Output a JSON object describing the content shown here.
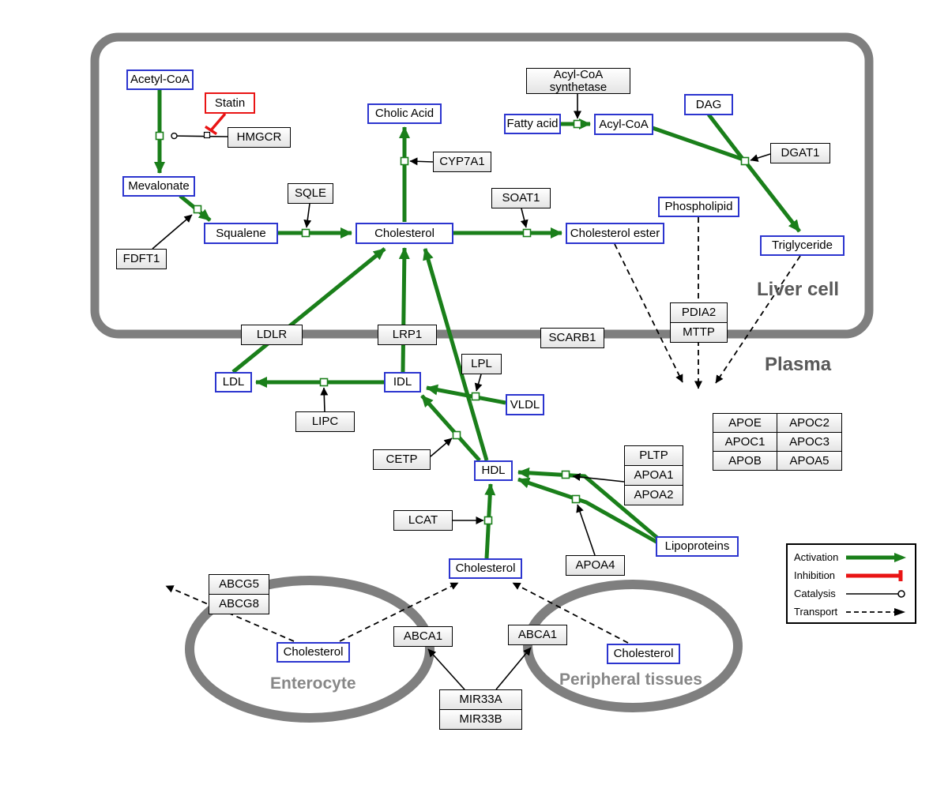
{
  "colors": {
    "activation_green": "#1a7f1a",
    "inhibition_red": "#e91414",
    "metabolite_border_blue": "#2c35cf",
    "membrane_gray": "#7f7f7f",
    "gene_border_black": "#000000"
  },
  "regions": {
    "liver_cell": "Liver cell",
    "plasma": "Plasma",
    "enterocyte": "Enterocyte",
    "peripheral_tissues": "Peripheral tissues"
  },
  "nodes": {
    "acetyl_coa": "Acetyl-CoA",
    "statin": "Statin",
    "hmgcr": "HMGCR",
    "mevalonate": "Mevalonate",
    "fdft1": "FDFT1",
    "squalene": "Squalene",
    "sqle": "SQLE",
    "cholic_acid": "Cholic Acid",
    "cyp7a1": "CYP7A1",
    "cholesterol_liver": "Cholesterol",
    "soat1": "SOAT1",
    "cholesterol_ester": "Cholesterol ester",
    "acyl_coa_synthetase": "Acyl-CoA synthetase",
    "fatty_acid": "Fatty acid",
    "acyl_coa": "Acyl-CoA",
    "dag": "DAG",
    "dgat1": "DGAT1",
    "phospholipid": "Phospholipid",
    "triglyceride": "Triglyceride",
    "ldlr": "LDLR",
    "lrp1": "LRP1",
    "scarb1": "SCARB1",
    "pdia2": "PDIA2",
    "mttp": "MTTP",
    "ldl": "LDL",
    "idl": "IDL",
    "lipc": "LIPC",
    "lpl": "LPL",
    "vldl": "VLDL",
    "cetp": "CETP",
    "hdl": "HDL",
    "lcat": "LCAT",
    "pltp": "PLTP",
    "apoa1": "APOA1",
    "apoa2": "APOA2",
    "apoa4": "APOA4",
    "lipoproteins": "Lipoproteins",
    "cholesterol_plasma": "Cholesterol",
    "abcg5": "ABCG5",
    "abcg8": "ABCG8",
    "cholesterol_enterocyte": "Cholesterol",
    "abca1_enterocyte": "ABCA1",
    "abca1_peripheral": "ABCA1",
    "cholesterol_peripheral": "Cholesterol",
    "mir33a": "MIR33A",
    "mir33b": "MIR33B"
  },
  "apo_table": {
    "rows": [
      [
        "APOE",
        "APOC2"
      ],
      [
        "APOC1",
        "APOC3"
      ],
      [
        "APOB",
        "APOA5"
      ]
    ]
  },
  "legend": {
    "activation": "Activation",
    "inhibition": "Inhibition",
    "catalysis": "Catalysis",
    "transport": "Transport"
  }
}
